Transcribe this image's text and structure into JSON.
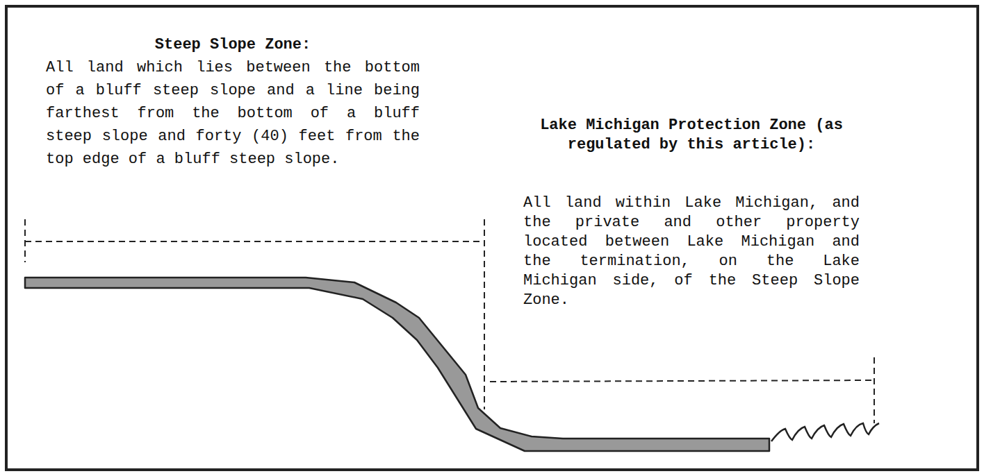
{
  "diagram": {
    "labels": [
      "Steep Slope Zone:",
      "All land which lies between the bottom of a bluff steep slope and a line being farthest from the bottom of a bluff steep slope and forty (40) feet from the top edge of a bluff steep slope.",
      "Lake Michigan Protection Zone (as regulated by this article):",
      "All land within Lake Michigan, and the private and other property located between Lake Michigan and the termination, on the Lake Michigan side, of the Steep Slope Zone."
    ]
  }
}
